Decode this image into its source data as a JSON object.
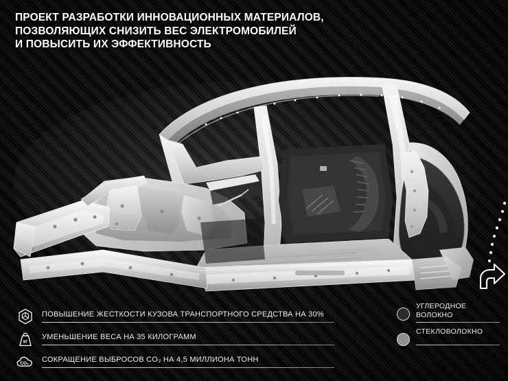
{
  "meta": {
    "language": "ru",
    "background_color": "#070707",
    "accent_color": "#ffffff"
  },
  "title": {
    "lines": [
      "ПРОЕКТ РАЗРАБОТКИ ИННОВАЦИОННЫХ МАТЕРИАЛОВ,",
      "ПОЗВОЛЯЮЩИХ СНИЗИТЬ ВЕС ЭЛЕКТРОМОБИЛЕЙ",
      "И ПОВЫСИТЬ ИХ ЭФФЕКТИВНОСТЬ"
    ]
  },
  "illustration": {
    "subject": "car-body-in-white-frame",
    "description": "Автомобильный кузов (body-in-white) в разрезе",
    "body_color": "#dcdcdc",
    "panel_color": "#b4b4b4",
    "carbon_panel_color": "#2e2e2e"
  },
  "stats": [
    {
      "icon": "cube-hexagon-icon",
      "text": "ПОВЫШЕНИЕ ЖЕСТКОСТИ КУЗОВА ТРАНСПОРТНОГО СРЕДСТВА НА 30%",
      "value": "30%",
      "metric": "жесткость кузова"
    },
    {
      "icon": "weight-kg-icon",
      "text": "УМЕНЬШЕНИЕ ВЕСА НА 35 КИЛОГРАММ",
      "value": "35 кг",
      "metric": "масса"
    },
    {
      "icon": "co2-cloud-icon",
      "text": "СОКРАЩЕНИЕ ВЫБРОСОВ CO₂ НА 4,5 МИЛЛИОНА ТОНН",
      "value": "4,5 млн тонн",
      "metric": "выбросы CO₂"
    }
  ],
  "legend": {
    "items": [
      {
        "label_line1": "УГЛЕРОДНОЕ",
        "label_line2": "ВОЛОКНО",
        "color": "#2b2b2b",
        "swatch": "dark-circle"
      },
      {
        "label_line1": "СТЕКЛОВОЛОКНО",
        "label_line2": "",
        "color": "#8f8f8f",
        "swatch": "gray-circle"
      }
    ]
  },
  "pointer": {
    "type": "dotted-curve-with-arrow",
    "arrow_direction": "right",
    "dot_color": "#ffffff"
  }
}
